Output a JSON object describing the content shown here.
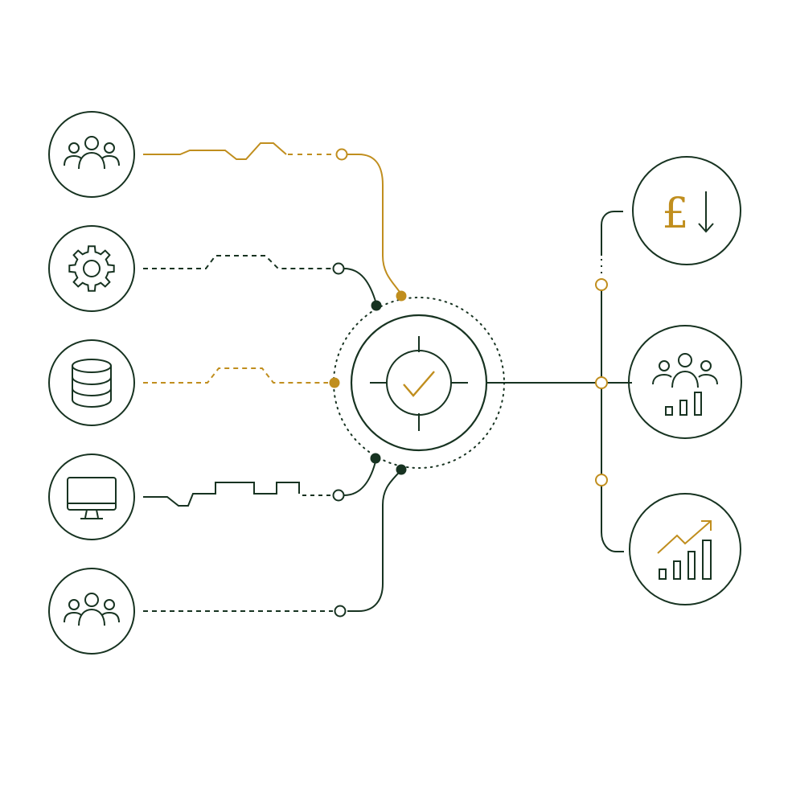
{
  "colors": {
    "dark": "#173321",
    "gold": "#C08E1E",
    "background": "#FFFFFF"
  },
  "inputs": [
    {
      "icon": "people-group-icon",
      "line": "gold"
    },
    {
      "icon": "gear-icon",
      "line": "dark"
    },
    {
      "icon": "database-icon",
      "line": "gold"
    },
    {
      "icon": "monitor-icon",
      "line": "dark"
    },
    {
      "icon": "people-group-icon",
      "line": "dark"
    }
  ],
  "hub": {
    "icon": "checkmark-target-icon"
  },
  "outputs": [
    {
      "icon": "pound-down-icon",
      "symbol": "£"
    },
    {
      "icon": "people-bar-chart-icon"
    },
    {
      "icon": "growth-chart-icon"
    }
  ]
}
